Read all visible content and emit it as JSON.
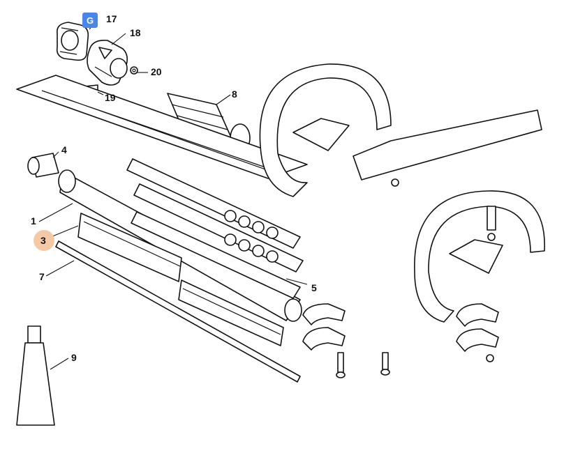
{
  "overlay": {
    "translate_badge": "G",
    "highlight_color": "#f6c9a6"
  },
  "callouts": {
    "c1": "1",
    "c3": "3",
    "c4": "4",
    "c5": "5",
    "c7": "7",
    "c8": "8",
    "c9": "9",
    "c17": "17",
    "c18": "18",
    "c19": "19",
    "c20": "20"
  },
  "highlighted_callout": "3"
}
